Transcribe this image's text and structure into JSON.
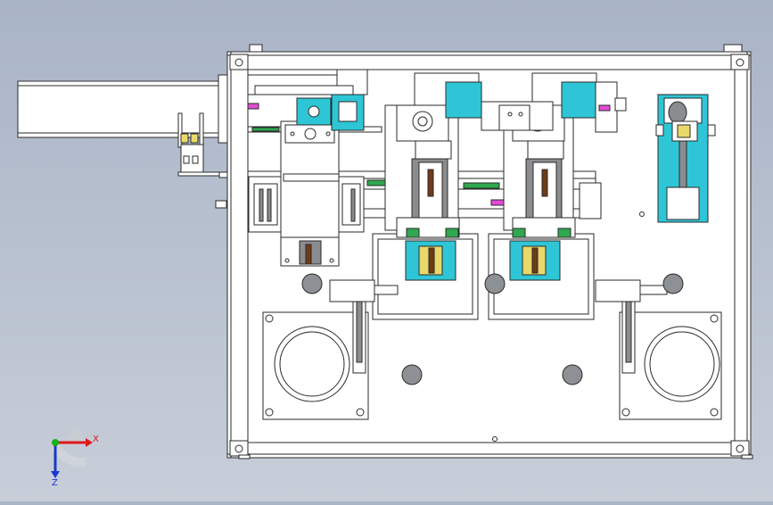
{
  "viewport": {
    "view_name": "cad-top-view",
    "colors": {
      "background_top": "#a9b4c6",
      "background_bottom": "#c7ced9",
      "frame": "#ffffff",
      "stroke": "#2a2a2a",
      "accent": "#2ec6d6",
      "green": "#2fa84f",
      "magenta": "#e24ad6",
      "yellow": "#e9d86a",
      "brown": "#6e3b18",
      "gray_part": "#8a8c8f",
      "hole": "#8d9094"
    }
  },
  "triad": {
    "x_label": "X",
    "z_label": "Z",
    "colors": {
      "x": "#e01818",
      "y": "#18b018",
      "z": "#1838d0"
    }
  }
}
